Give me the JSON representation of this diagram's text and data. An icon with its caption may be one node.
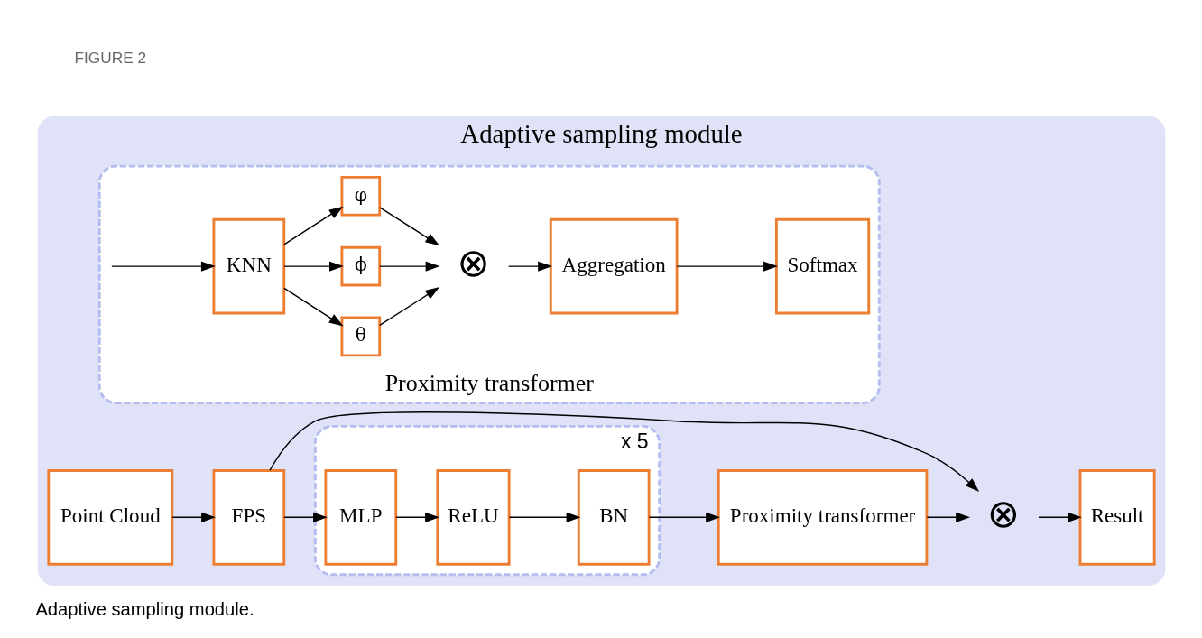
{
  "diagram": {
    "caption": "Adaptive sampling module.",
    "nodes": [
      {
        "text": [
          "Adaptive sampling module"
        ]
      },
      {
        "text": [
          "Point Cloud"
        ],
        "in": 0
      },
      {
        "text": [
          "FPS"
        ],
        "in": 0
      },
      {
        "text": [
          "x 5"
        ],
        "in": 0
      },
      {
        "text": [
          "MLP"
        ],
        "in": 3
      },
      {
        "text": [
          "ReLU"
        ],
        "in": 3
      },
      {
        "text": [
          "BN"
        ],
        "in": 3
      },
      {
        "text": [
          "Proximity transformer"
        ],
        "in": 0
      },
      {
        "text": [
          "⊗"
        ],
        "in": 0
      },
      {
        "text": [
          "Result"
        ],
        "in": 0
      },
      {
        "text": [
          "Proximity transformer"
        ],
        "in": 0
      },
      {
        "text": [
          "KNN"
        ],
        "in": 10
      },
      {
        "text": [
          "θ"
        ],
        "in": 10
      },
      {
        "text": [
          "ϕ"
        ],
        "in": 10
      },
      {
        "text": [
          "φ"
        ],
        "in": 10
      },
      {
        "text": [
          "⊗"
        ],
        "in": 10
      },
      {
        "text": [
          "Aggregation"
        ],
        "in": 10
      },
      {
        "text": [
          "Softmax"
        ],
        "in": 10
      }
    ],
    "edges": [
      {
        "from": 1,
        "to": 2,
        "arrow": "to"
      },
      {
        "from": 2,
        "to": 4,
        "arrow": "to"
      },
      {
        "from": 4,
        "to": 5,
        "arrow": "to"
      },
      {
        "from": 5,
        "to": 6,
        "arrow": "to"
      },
      {
        "from": 6,
        "to": 7,
        "arrow": "to"
      },
      {
        "from": 7,
        "to": 8,
        "arrow": "to"
      },
      {
        "from": 8,
        "to": 9,
        "arrow": "to"
      },
      {
        "from": 2,
        "to": 8,
        "arrow": "to"
      },
      {
        "from": null,
        "to": 11,
        "arrow": "to"
      },
      {
        "from": 11,
        "to": 12,
        "arrow": "to"
      },
      {
        "from": 11,
        "to": 13,
        "arrow": "to"
      },
      {
        "from": 11,
        "to": 14,
        "arrow": "to"
      },
      {
        "from": 12,
        "to": 15,
        "arrow": "to"
      },
      {
        "from": 13,
        "to": 15,
        "arrow": "to"
      },
      {
        "from": 14,
        "to": 15,
        "arrow": "to"
      },
      {
        "from": 15,
        "to": 16,
        "arrow": "to"
      },
      {
        "from": 16,
        "to": 17,
        "arrow": "to"
      }
    ],
    "labels": [
      "FIGURE 2"
    ]
  }
}
